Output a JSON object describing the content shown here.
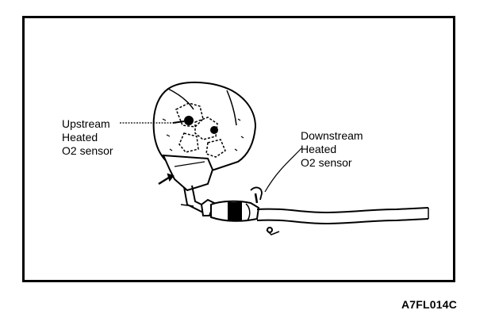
{
  "diagram": {
    "labels": {
      "upstream": [
        "Upstream",
        "Heated",
        "O2 sensor"
      ],
      "downstream": [
        "Downstream",
        "Heated",
        "O2 sensor"
      ]
    },
    "figure_code": "A7FL014C"
  }
}
